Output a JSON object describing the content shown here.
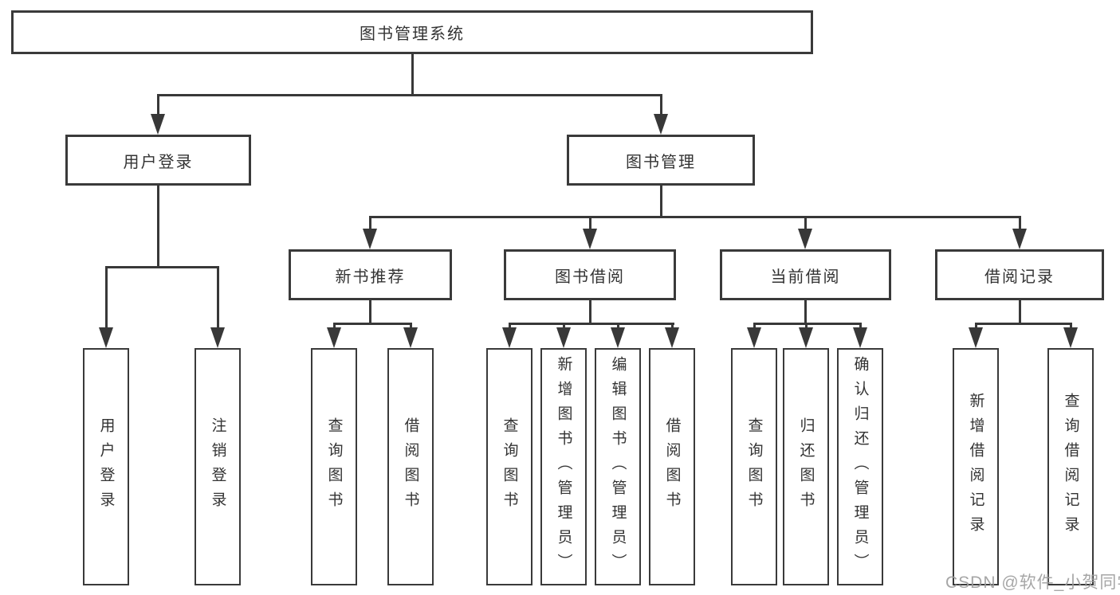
{
  "diagram": {
    "tree": {
      "label": "图书管理系统",
      "children": [
        {
          "label": "用户登录",
          "children": [
            {
              "label": "用户登录"
            },
            {
              "label": "注销登录"
            }
          ]
        },
        {
          "label": "图书管理",
          "children": [
            {
              "label": "新书推荐",
              "children": [
                {
                  "label": "查询图书"
                },
                {
                  "label": "借阅图书"
                }
              ]
            },
            {
              "label": "图书借阅",
              "children": [
                {
                  "label": "查询图书"
                },
                {
                  "label": "新增图书（管理员）"
                },
                {
                  "label": "编辑图书（管理员）"
                },
                {
                  "label": "借阅图书"
                }
              ]
            },
            {
              "label": "当前借阅",
              "children": [
                {
                  "label": "查询图书"
                },
                {
                  "label": "归还图书"
                },
                {
                  "label": "确认归还（管理员）"
                }
              ]
            },
            {
              "label": "借阅记录",
              "children": [
                {
                  "label": "新增借阅记录"
                },
                {
                  "label": "查询借阅记录"
                }
              ]
            }
          ]
        }
      ]
    },
    "colors": {
      "line": "#383838",
      "box_border": "#3a3a3a",
      "box_fill": "#ffffff",
      "text": "#333333",
      "watermark": "#9e9e9e"
    }
  },
  "watermark": {
    "text": "CSDN @软件_小贺同学"
  }
}
